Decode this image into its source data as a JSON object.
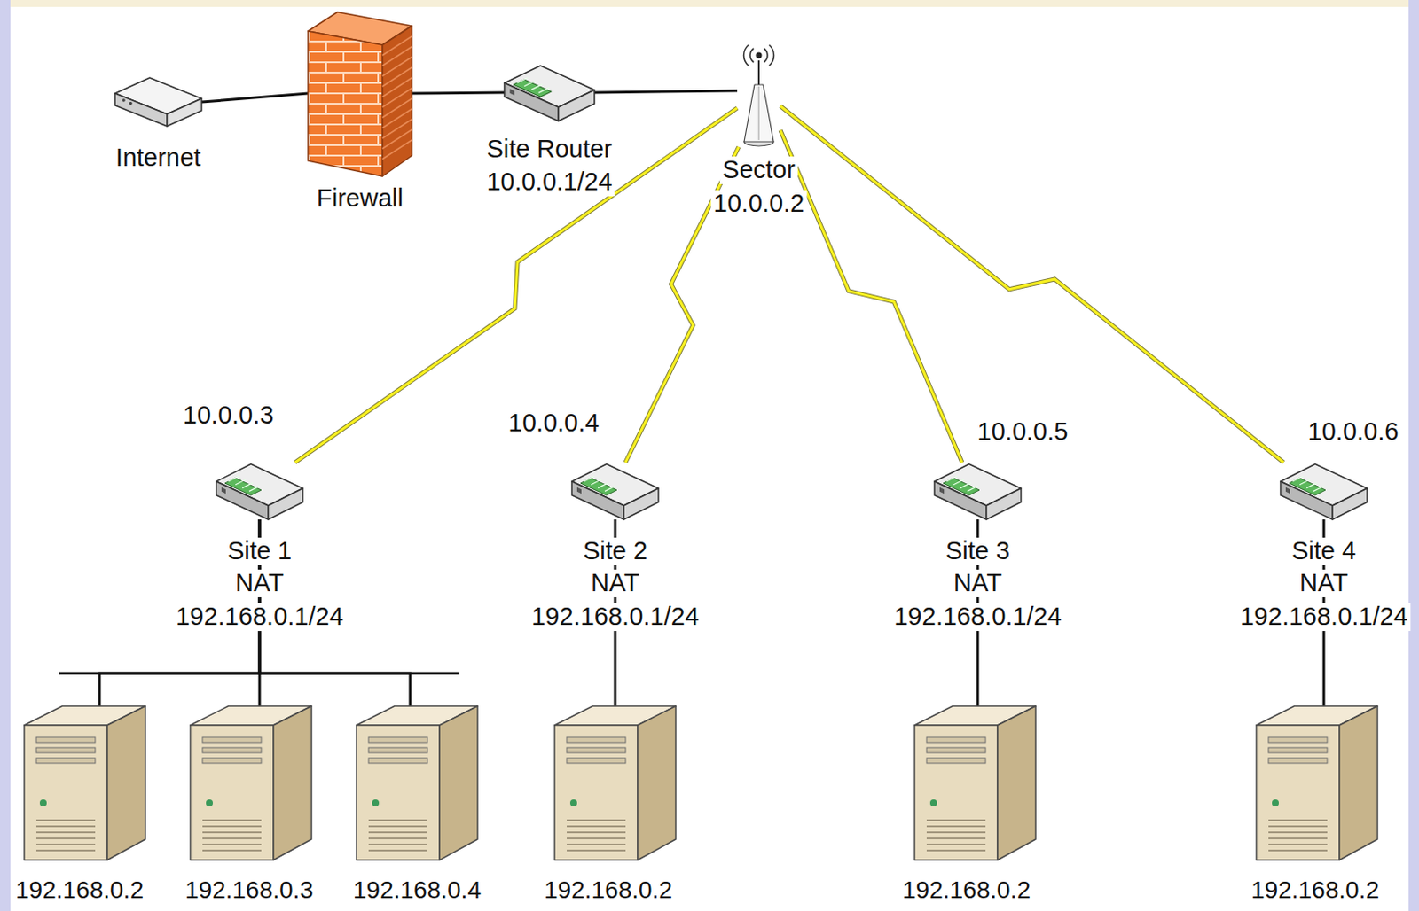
{
  "diagram": {
    "nodes": [
      {
        "text": [
          "Internet"
        ]
      },
      {
        "text": [
          "Firewall"
        ]
      },
      {
        "text": [
          "Site Router",
          "10.0.0.1/24"
        ]
      },
      {
        "text": [
          "Sector",
          "10.0.0.2"
        ]
      },
      {
        "text": [
          "10.0.0.3",
          "Site 1",
          "NAT",
          "192.168.0.1/24"
        ]
      },
      {
        "text": [
          "10.0.0.4",
          "Site 2",
          "NAT",
          "192.168.0.1/24"
        ]
      },
      {
        "text": [
          "10.0.0.5",
          "Site 3",
          "NAT",
          "192.168.0.1/24"
        ]
      },
      {
        "text": [
          "10.0.0.6",
          "Site 4",
          "NAT",
          "192.168.0.1/24"
        ]
      },
      {
        "text": [
          "192.168.0.2"
        ]
      },
      {
        "text": [
          "192.168.0.3"
        ]
      },
      {
        "text": [
          "192.168.0.4"
        ]
      },
      {
        "text": [
          "192.168.0.2"
        ]
      },
      {
        "text": [
          "192.168.0.2"
        ]
      },
      {
        "text": [
          "192.168.0.2"
        ]
      }
    ],
    "edges": [
      {
        "from": 0,
        "to": 1,
        "arrow": "none"
      },
      {
        "from": 1,
        "to": 2,
        "arrow": "none"
      },
      {
        "from": 2,
        "to": 3,
        "arrow": "none"
      },
      {
        "from": 3,
        "to": 4,
        "arrow": "none"
      },
      {
        "from": 3,
        "to": 5,
        "arrow": "none"
      },
      {
        "from": 3,
        "to": 6,
        "arrow": "none"
      },
      {
        "from": 3,
        "to": 7,
        "arrow": "none"
      },
      {
        "from": 4,
        "to": 8,
        "arrow": "none"
      },
      {
        "from": 4,
        "to": 9,
        "arrow": "none"
      },
      {
        "from": 4,
        "to": 10,
        "arrow": "none"
      },
      {
        "from": 5,
        "to": 11,
        "arrow": "none"
      },
      {
        "from": 6,
        "to": 12,
        "arrow": "none"
      },
      {
        "from": 7,
        "to": 13,
        "arrow": "none"
      }
    ]
  }
}
